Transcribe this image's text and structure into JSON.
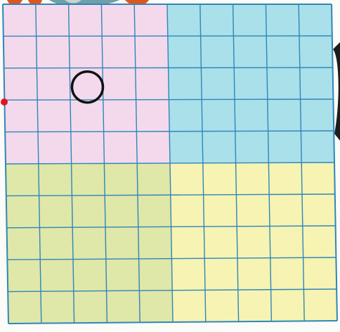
{
  "grid": {
    "rows": 10,
    "columns": 10,
    "quadrants": [
      {
        "name": "top-left",
        "color": "#f4d9ec"
      },
      {
        "name": "top-right",
        "color": "#a9e0ea"
      },
      {
        "name": "bottom-left",
        "color": "#dfe7a9"
      },
      {
        "name": "bottom-right",
        "color": "#f6f3b3"
      }
    ],
    "line_color": "#2f86b8",
    "circle": {
      "row": 3,
      "column": 3,
      "color": "#111111"
    }
  },
  "marker": {
    "color": "#e0151f"
  },
  "decoration": {
    "name": "orange-character-edge",
    "color": "#e0561a"
  }
}
